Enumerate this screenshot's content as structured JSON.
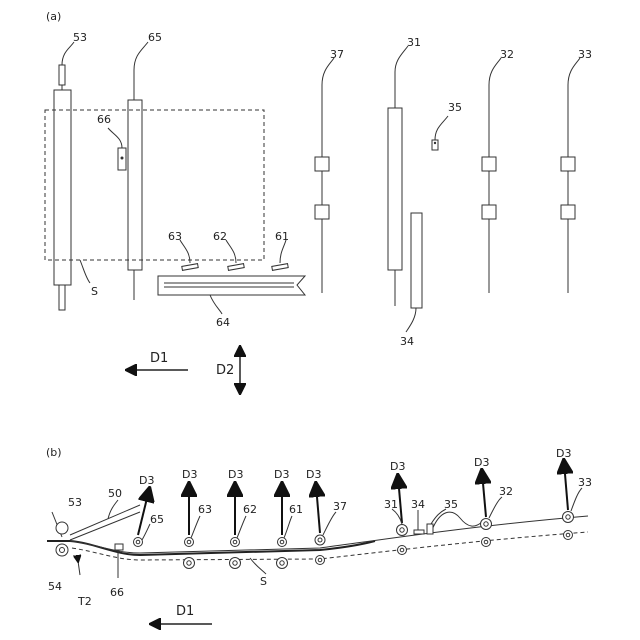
{
  "panels": {
    "a": "(a)",
    "b": "(b)"
  },
  "labels_a": {
    "n53": "53",
    "n65": "65",
    "n37": "37",
    "n31": "31",
    "n32": "32",
    "n33": "33",
    "n35": "35",
    "n66": "66",
    "n63": "63",
    "n62": "62",
    "n61": "61",
    "n64": "64",
    "n34": "34",
    "s": "S",
    "d1": "D1",
    "d2": "D2"
  },
  "labels_b": {
    "d3": "D3",
    "n53": "53",
    "n50": "50",
    "n65": "65",
    "n63": "63",
    "n62": "62",
    "n61": "61",
    "n37": "37",
    "n31": "31",
    "n34": "34",
    "n35": "35",
    "n32": "32",
    "n33": "33",
    "n54": "54",
    "n66": "66",
    "t2": "T2",
    "s": "S",
    "d1": "D1"
  }
}
